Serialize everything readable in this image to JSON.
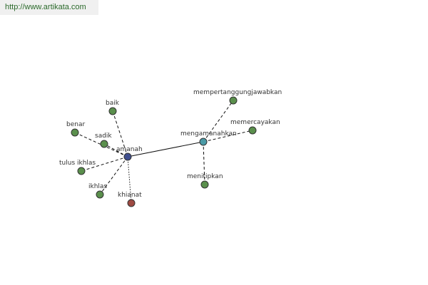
{
  "watermark": {
    "url": "http://www.artikata.com"
  },
  "colors": {
    "related": "#5a8f4c",
    "main": "#3f4f8f",
    "secondary": "#4a9aa6",
    "antonym": "#9e4a42",
    "outline": "#333333",
    "edge": "#111111"
  },
  "graph": {
    "nodes": [
      {
        "id": "amanah",
        "label": "amanah",
        "kind": "main"
      },
      {
        "id": "mengamanahkan",
        "label": "mengamanahkan",
        "kind": "secondary"
      },
      {
        "id": "baik",
        "label": "baik",
        "kind": "related"
      },
      {
        "id": "benar",
        "label": "benar",
        "kind": "related"
      },
      {
        "id": "sadik",
        "label": "sadik",
        "kind": "related"
      },
      {
        "id": "tulus-ikhlas",
        "label": "tulus ikhlas",
        "kind": "related"
      },
      {
        "id": "ikhlas",
        "label": "ikhlas",
        "kind": "related"
      },
      {
        "id": "khianat",
        "label": "khianat",
        "kind": "antonym"
      },
      {
        "id": "mempertanggungjawabkan",
        "label": "mempertanggungjawabkan",
        "kind": "related"
      },
      {
        "id": "memercayakan",
        "label": "memercayakan",
        "kind": "related"
      },
      {
        "id": "menitipkan",
        "label": "menitipkan",
        "kind": "related"
      }
    ],
    "edges": [
      {
        "from": "amanah",
        "to": "mengamanahkan",
        "style": "solid"
      },
      {
        "from": "amanah",
        "to": "baik",
        "style": "dashed"
      },
      {
        "from": "amanah",
        "to": "benar",
        "style": "dashed"
      },
      {
        "from": "amanah",
        "to": "sadik",
        "style": "dashed"
      },
      {
        "from": "amanah",
        "to": "tulus-ikhlas",
        "style": "dashed"
      },
      {
        "from": "amanah",
        "to": "ikhlas",
        "style": "dashed"
      },
      {
        "from": "amanah",
        "to": "khianat",
        "style": "dotted"
      },
      {
        "from": "mengamanahkan",
        "to": "mempertanggungjawabkan",
        "style": "dashed"
      },
      {
        "from": "mengamanahkan",
        "to": "memercayakan",
        "style": "dashed"
      },
      {
        "from": "mengamanahkan",
        "to": "menitipkan",
        "style": "dashed"
      }
    ]
  }
}
